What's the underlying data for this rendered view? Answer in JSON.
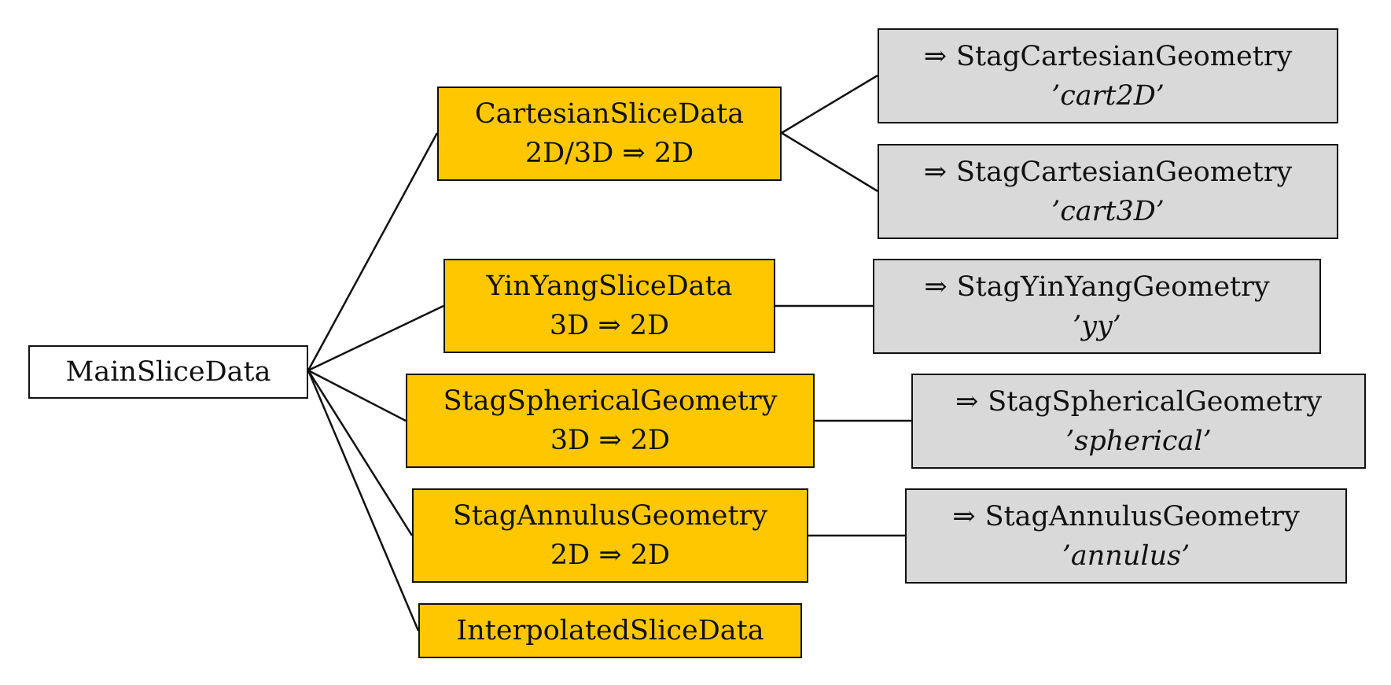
{
  "colors": {
    "root_fill": "#ffffff",
    "slice_fill": "#ffc700",
    "geometry_fill": "#d9d9d9",
    "line": "#111111"
  },
  "root": {
    "label": "MainSliceData"
  },
  "slices": [
    {
      "name": "CartesianSliceData",
      "dims": "2D/3D ⇒ 2D"
    },
    {
      "name": "YinYangSliceData",
      "dims": "3D ⇒ 2D"
    },
    {
      "name": "StagSphericalGeometry",
      "dims": "3D ⇒ 2D"
    },
    {
      "name": "StagAnnulusGeometry",
      "dims": "2D ⇒ 2D"
    },
    {
      "name": "InterpolatedSliceData"
    }
  ],
  "geometries": [
    {
      "arrow": "⇒",
      "name": "StagCartesianGeometry",
      "key": "’cart2D’"
    },
    {
      "arrow": "⇒",
      "name": "StagCartesianGeometry",
      "key": "’cart3D’"
    },
    {
      "arrow": "⇒",
      "name": "StagYinYangGeometry",
      "key": "’yy’"
    },
    {
      "arrow": "⇒",
      "name": "StagSphericalGeometry",
      "key": "’spherical’"
    },
    {
      "arrow": "⇒",
      "name": "StagAnnulusGeometry",
      "key": "’annulus’"
    }
  ]
}
